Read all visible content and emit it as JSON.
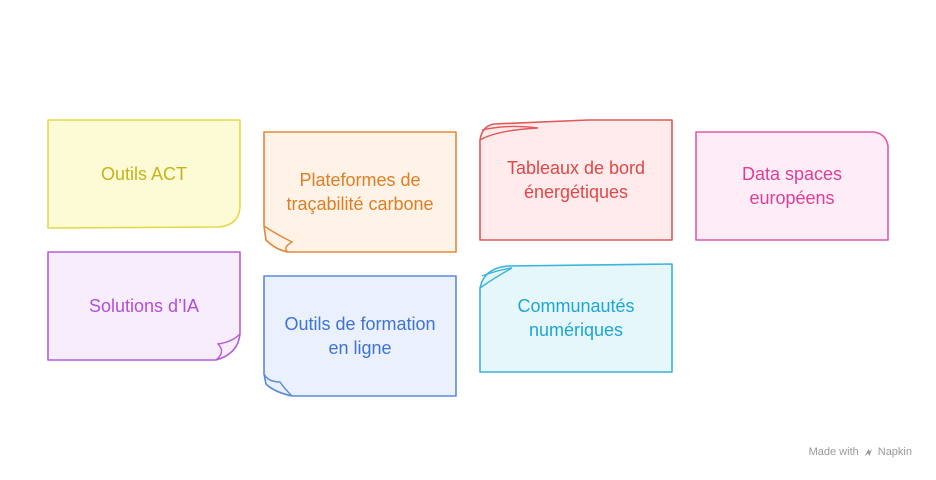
{
  "notes": [
    {
      "id": "outils-act",
      "label": "Outils ACT",
      "fill": "#fdfbd6",
      "stroke": "#e6d84a",
      "text": "#c9b21a"
    },
    {
      "id": "plateformes-tracabilite",
      "label": "Plateformes de traçabilité carbone",
      "fill": "#fff2e6",
      "stroke": "#e08a3c",
      "text": "#df7f25"
    },
    {
      "id": "tableaux-bord",
      "label": "Tableaux de bord énergétiques",
      "fill": "#ffebeb",
      "stroke": "#df5a5a",
      "text": "#e04848"
    },
    {
      "id": "data-spaces",
      "label": "Data spaces européens",
      "fill": "#feedf7",
      "stroke": "#df5aa8",
      "text": "#dd3f98"
    },
    {
      "id": "solutions-ia",
      "label": "Solutions d’IA",
      "fill": "#f8edfd",
      "stroke": "#b45fd6",
      "text": "#b24fd3"
    },
    {
      "id": "outils-formation",
      "label": "Outils de formation en ligne",
      "fill": "#eaf1fd",
      "stroke": "#5b8ad8",
      "text": "#3e74d4"
    },
    {
      "id": "communautes-numeriques",
      "label": "Communautés numériques",
      "fill": "#e6f7fc",
      "stroke": "#3bb4d9",
      "text": "#1ea5d2"
    }
  ],
  "watermark": {
    "prefix": "Made with",
    "brand": "Napkin",
    "icon": "napkin-logo-icon"
  }
}
